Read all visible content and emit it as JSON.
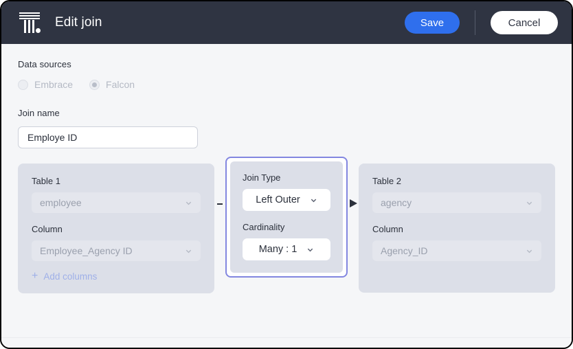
{
  "window": {
    "background": "#f5f6f8",
    "border_color": "#000000"
  },
  "header": {
    "title": "Edit join",
    "background": "#2f3442",
    "logo_name": "pillar-logo",
    "save_label": "Save",
    "save_color": "#2f6fed",
    "cancel_label": "Cancel"
  },
  "data_sources": {
    "label": "Data sources",
    "options": [
      {
        "label": "Embrace",
        "selected": false,
        "disabled": true
      },
      {
        "label": "Falcon",
        "selected": true,
        "disabled": true
      }
    ]
  },
  "join_name": {
    "label": "Join name",
    "value": "Employe ID",
    "placeholder": "Join name"
  },
  "table1": {
    "title": "Table 1",
    "table_select": {
      "value": "employee",
      "disabled": true
    },
    "column_label": "Column",
    "column_select": {
      "value": "Employee_Agency ID",
      "disabled": true
    },
    "add_columns_label": "Add columns",
    "add_columns_color": "#9fb0e8"
  },
  "join_config": {
    "join_type_label": "Join Type",
    "join_type_value": "Left Outer",
    "cardinality_label": "Cardinality",
    "cardinality_value": "Many : 1",
    "focus_ring_color": "#8286e0"
  },
  "table2": {
    "title": "Table 2",
    "table_select": {
      "value": "agency",
      "disabled": true
    },
    "column_label": "Column",
    "column_select": {
      "value": "Agency_ID",
      "disabled": true
    }
  },
  "icons": {
    "chevron": "chevron-down-icon",
    "plus": "+"
  }
}
